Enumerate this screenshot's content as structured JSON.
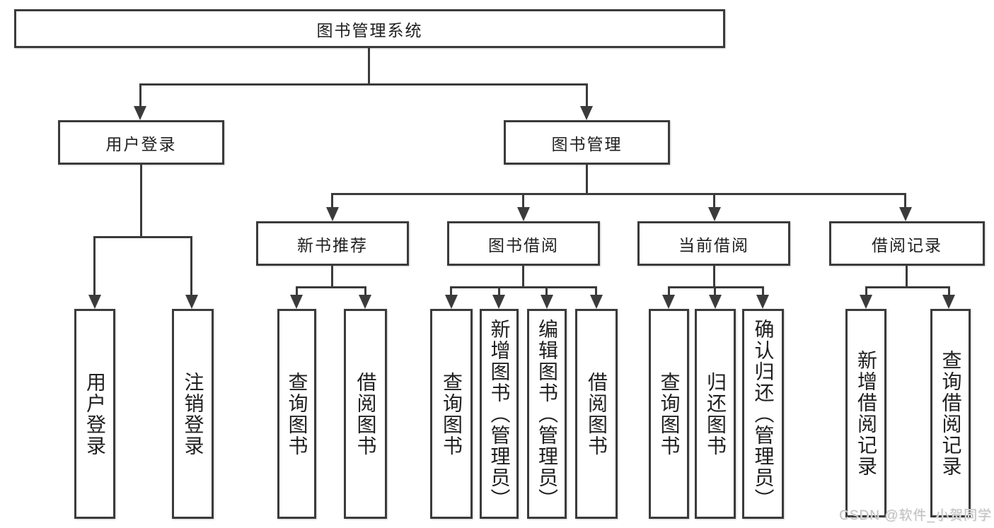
{
  "diagram_title": "图书管理系统",
  "tree": {
    "root": {
      "label": "图书管理系统",
      "children": [
        {
          "label": "用户登录",
          "children": [
            {
              "label": "用户登录"
            },
            {
              "label": "注销登录"
            }
          ]
        },
        {
          "label": "图书管理",
          "children": [
            {
              "label": "新书推荐",
              "children": [
                {
                  "label": "查询图书"
                },
                {
                  "label": "借阅图书"
                }
              ]
            },
            {
              "label": "图书借阅",
              "children": [
                {
                  "label": "查询图书"
                },
                {
                  "label": "新增图书（管理员）"
                },
                {
                  "label": "编辑图书（管理员）"
                },
                {
                  "label": "借阅图书"
                }
              ]
            },
            {
              "label": "当前借阅",
              "children": [
                {
                  "label": "查询图书"
                },
                {
                  "label": "归还图书"
                },
                {
                  "label": "确认归还（管理员）"
                }
              ]
            },
            {
              "label": "借阅记录",
              "children": [
                {
                  "label": "新增借阅记录"
                },
                {
                  "label": "查询借阅记录"
                }
              ]
            }
          ]
        }
      ]
    }
  },
  "watermark": {
    "text": "CSDN @软件_小贺同学"
  },
  "colors": {
    "line": "#3b3b3b",
    "text": "#1f1f1f",
    "background": "#ffffff",
    "watermark": "#c2c2c2"
  }
}
